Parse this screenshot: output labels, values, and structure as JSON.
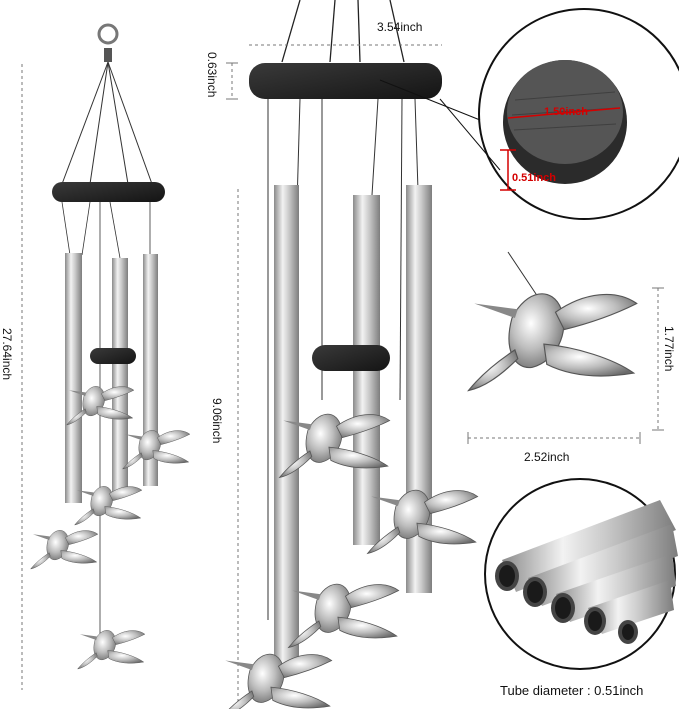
{
  "dimensions": {
    "overall_length": "27.64inch",
    "ring_diameter": "3.54inch",
    "ring_height": "0.63inch",
    "tube_length": "9.06inch",
    "bird_height": "1.77inch",
    "bird_width": "2.52inch",
    "wood_diameter": "1.50inch",
    "wood_thickness": "0.51inch",
    "tube_diameter": "Tube diameter : 0.51inch"
  },
  "colors": {
    "ring": "#222222",
    "metal": "#c8c8c8",
    "marker": "#d40000"
  }
}
